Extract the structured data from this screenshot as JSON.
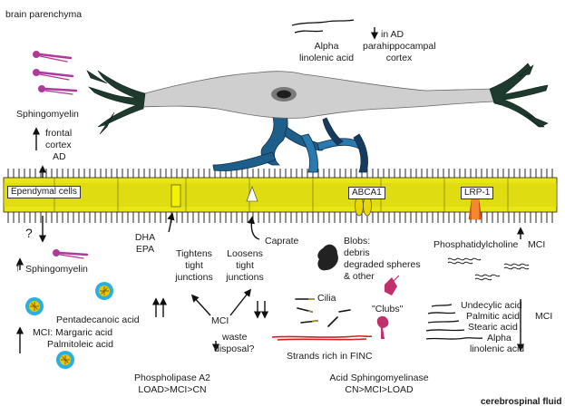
{
  "labels": {
    "brain_parenchyma": "brain parenchyma",
    "cerebrospinal_fluid": "cerebrospinal fluid",
    "sphingomyelin_top": "Sphingomyelin",
    "frontal_cortex": [
      "frontal",
      "cortex",
      "AD"
    ],
    "ependymal_cells": "Ependymal cells",
    "abca1": "ABCA1",
    "lrp1": "LRP-1",
    "question": "?",
    "sphingomyelin_bottom": "Sphingomyelin",
    "dha_epa": [
      "DHA",
      "EPA"
    ],
    "tightens": [
      "Tightens",
      "tight",
      "junctions"
    ],
    "loosens": [
      "Loosens",
      "tight",
      "junctions"
    ],
    "caprate": "Caprate",
    "blobs": [
      "Blobs:",
      "debris",
      "degraded spheres",
      "& other"
    ],
    "phosphatidylcholine": "Phosphatidylcholine",
    "mci_pc": "MCI",
    "alpha_top": [
      "Alpha",
      "linolenic acid"
    ],
    "in_ad": [
      "in AD",
      "parahippocampal",
      "cortex"
    ],
    "mci_center": "MCI",
    "waste": [
      "waste",
      "disposal?"
    ],
    "cilia": "Cilia",
    "clubs": "\"Clubs\"",
    "strands": "Strands rich in FINC",
    "fatty_list": [
      "Undecylic acid",
      "Palmitic acid",
      "Stearic acid",
      "Alpha",
      "linolenic acid"
    ],
    "mci_right": "MCI",
    "pentadecanoic": "Pentadecanoic acid",
    "mci_margaric": [
      "MCI: Margaric acid",
      "Palmitoleic acid"
    ],
    "phospholipase": [
      "Phospholipase A2",
      "LOAD>MCI>CN"
    ],
    "acid_sphingo": [
      "Acid Sphingomyelinase",
      "CN>MCI>LOAD"
    ]
  },
  "colors": {
    "membrane": "#e8e614",
    "neuron": "#cfcfcf",
    "neuron_dark": "#1e3a2e",
    "astrocyte": "#1d5f8a",
    "sphingomyelin": "#b03a9a",
    "strands": "#d22020",
    "clubs": "#c0306a",
    "lrp1": "#e85a1a",
    "abca1": "#e8d800",
    "micelle_blue": "#2ab0e0",
    "micelle_yellow": "#e8c800"
  },
  "icons": [
    "neuron-cell",
    "astrocyte-endfeet",
    "ependymal-membrane",
    "abca1-transporter",
    "lrp1-receptor",
    "sphingomyelin-molecule",
    "micelle",
    "blob-debris",
    "club-body",
    "cilia-fragment",
    "fibronectin-strand",
    "fatty-acid-chain"
  ]
}
